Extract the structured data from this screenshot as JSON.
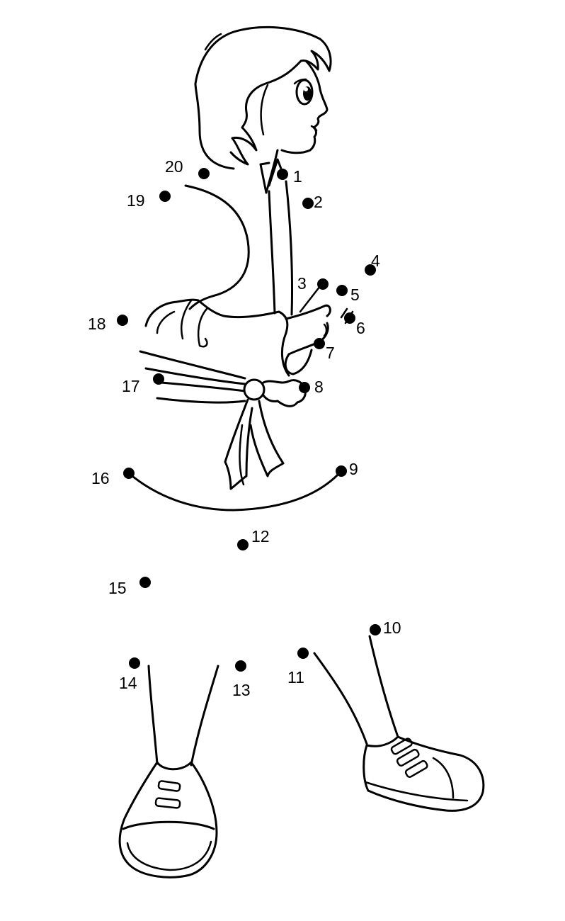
{
  "puzzle": {
    "type": "connect-the-dots",
    "dots": [
      {
        "n": "1"
      },
      {
        "n": "2"
      },
      {
        "n": "3"
      },
      {
        "n": "4"
      },
      {
        "n": "5"
      },
      {
        "n": "6"
      },
      {
        "n": "7"
      },
      {
        "n": "8"
      },
      {
        "n": "9"
      },
      {
        "n": "10"
      },
      {
        "n": "11"
      },
      {
        "n": "12"
      },
      {
        "n": "13"
      },
      {
        "n": "14"
      },
      {
        "n": "15"
      },
      {
        "n": "16"
      },
      {
        "n": "17"
      },
      {
        "n": "18"
      },
      {
        "n": "19"
      },
      {
        "n": "20"
      }
    ]
  },
  "colors": {
    "ink": "#000000",
    "paper": "#ffffff"
  }
}
